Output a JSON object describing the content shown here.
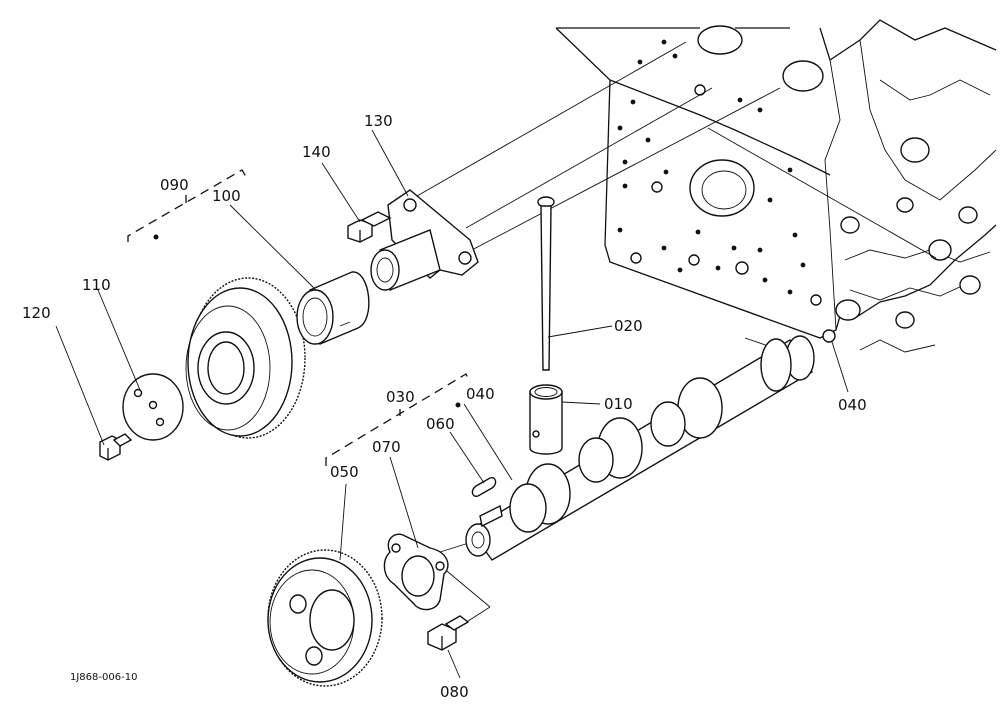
{
  "drawing_number": "1J868-006-10",
  "callouts": {
    "c010": "010",
    "c020": "020",
    "c030": "030",
    "c040a": "040",
    "c040b": "040",
    "c050": "050",
    "c060": "060",
    "c070": "070",
    "c080": "080",
    "c090": "090",
    "c100": "100",
    "c110": "110",
    "c120": "120",
    "c130": "130",
    "c140": "140"
  }
}
